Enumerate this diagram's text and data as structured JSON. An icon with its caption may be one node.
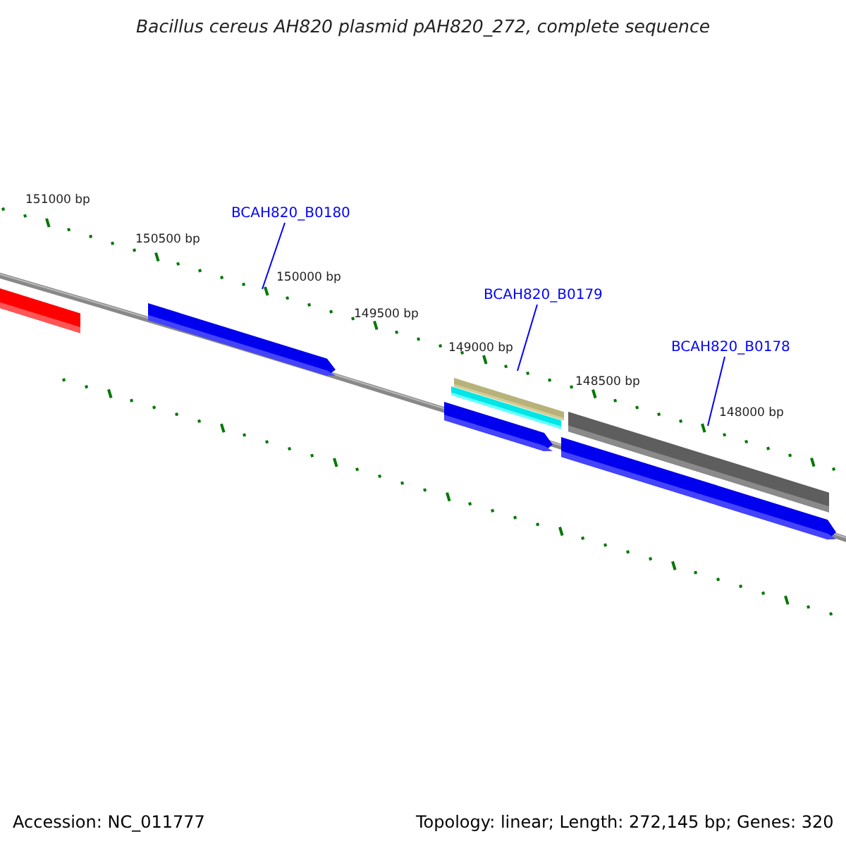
{
  "diagram": {
    "title": "Bacillus cereus AH820 plasmid pAH820_272, complete sequence",
    "nodes": [
      {
        "text": [
          "BCAH820_B0180"
        ]
      },
      {
        "text": [
          "BCAH820_B0179"
        ]
      },
      {
        "text": [
          "BCAH820_B0178"
        ]
      }
    ],
    "edges": [
      {
        "from": 0,
        "to": null,
        "arrow": "none"
      },
      {
        "from": 1,
        "to": null,
        "arrow": "none"
      },
      {
        "from": 2,
        "to": null,
        "arrow": "none"
      }
    ],
    "labels": [
      "151000 bp",
      "150500 bp",
      "150000 bp",
      "149500 bp",
      "149000 bp",
      "148500 bp",
      "148000 bp",
      "Accession: NC_011777",
      "Topology: linear; Length: 272,145 bp; Genes: 320"
    ]
  }
}
